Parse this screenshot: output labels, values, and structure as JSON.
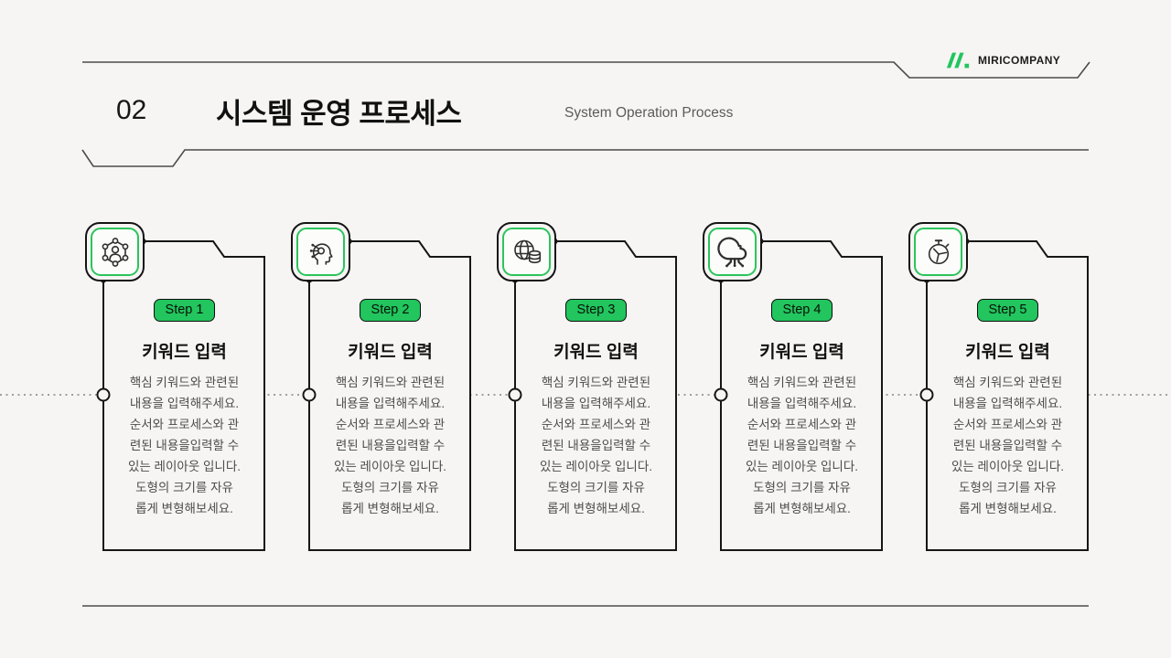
{
  "theme": {
    "background": "#f6f5f3",
    "line_color": "#4b4b4b",
    "card_border": "#161616",
    "accent_green": "#22c55e",
    "body_text_color": "#4c4c4c"
  },
  "header": {
    "logo_text": "MIRICOMPANY",
    "section_number": "02",
    "title": "시스템 운영 프로세스",
    "subtitle": "System Operation Process"
  },
  "cards": [
    {
      "step": "Step 1",
      "icon": "user-network-icon",
      "title": "키워드 입력",
      "body": "핵심 키워드와 관련된\n내용을 입력해주세요.\n순서와 프로세스와 관\n련된 내용을입력할 수\n있는 레이아웃 입니다.\n도형의 크기를 자유\n롭게 변형해보세요."
    },
    {
      "step": "Step 2",
      "icon": "ai-head-icon",
      "title": "키워드 입력",
      "body": "핵심 키워드와 관련된\n내용을 입력해주세요.\n순서와 프로세스와 관\n련된 내용을입력할 수\n있는 레이아웃 입니다.\n도형의 크기를 자유\n롭게 변형해보세요."
    },
    {
      "step": "Step 3",
      "icon": "globe-database-icon",
      "title": "키워드 입력",
      "body": "핵심 키워드와 관련된\n내용을 입력해주세요.\n순서와 프로세스와 관\n련된 내용을입력할 수\n있는 레이아웃 입니다.\n도형의 크기를 자유\n롭게 변형해보세요."
    },
    {
      "step": "Step 4",
      "icon": "cloud-network-icon",
      "title": "키워드 입력",
      "body": "핵심 키워드와 관련된\n내용을 입력해주세요.\n순서와 프로세스와 관\n련된 내용을입력할 수\n있는 레이아웃 입니다.\n도형의 크기를 자유\n롭게 변형해보세요."
    },
    {
      "step": "Step 5",
      "icon": "stopwatch-icon",
      "title": "키워드 입력",
      "body": "핵심 키워드와 관련된\n내용을 입력해주세요.\n순서와 프로세스와 관\n련된 내용을입력할 수\n있는 레이아웃 입니다.\n도형의 크기를 자유\n롭게 변형해보세요."
    }
  ]
}
